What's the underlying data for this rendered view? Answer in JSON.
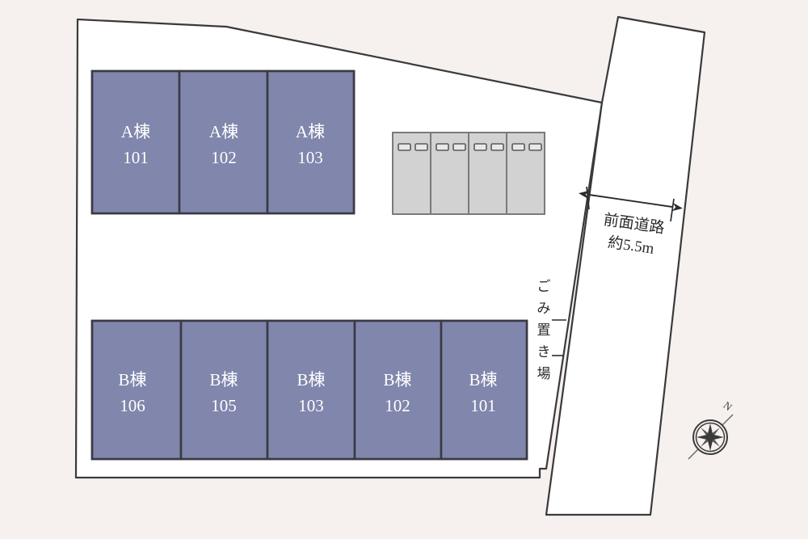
{
  "plan": {
    "title": "site-layout-plan",
    "colors": {
      "background": "#f6f1ee",
      "site_fill": "#ffffff",
      "building_fill": "#8186ac",
      "building_stroke": "#3a3a44",
      "cabinet_fill": "#d2d2d2",
      "cabinet_stroke": "#7a7a7a",
      "boundary_stroke": "#3a3a3a",
      "label_text": "#ffffff",
      "annotation_text": "#2b2b2b"
    }
  },
  "buildings": {
    "block_a": {
      "name": "A棟",
      "units": [
        {
          "building": "A棟",
          "number": "101"
        },
        {
          "building": "A棟",
          "number": "102"
        },
        {
          "building": "A棟",
          "number": "103"
        }
      ]
    },
    "block_b": {
      "name": "B棟",
      "units": [
        {
          "building": "B棟",
          "number": "106"
        },
        {
          "building": "B棟",
          "number": "105"
        },
        {
          "building": "B棟",
          "number": "103"
        },
        {
          "building": "B棟",
          "number": "102"
        },
        {
          "building": "B棟",
          "number": "101"
        }
      ]
    }
  },
  "facilities": {
    "mailbox_bank": {
      "name": "mailbox-cabinets",
      "cabinet_count": 4,
      "slots_per_cabinet": 2
    },
    "garbage_area": {
      "label": "ごみ置き場",
      "characters": [
        "ご",
        "み",
        "置",
        "き",
        "場"
      ]
    }
  },
  "annotations": {
    "road": {
      "label_line1": "前面道路",
      "label_line2": "約5.5m",
      "dimension": "約5.5m"
    },
    "compass": {
      "north_label": "N"
    }
  }
}
